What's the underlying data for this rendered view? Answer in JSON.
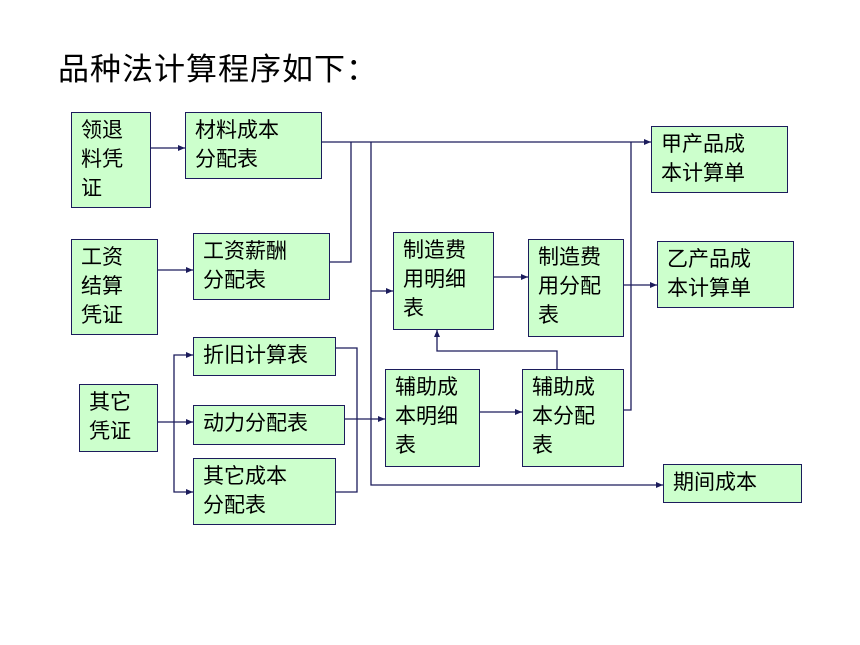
{
  "title": "品种法计算程序如下：",
  "boxes": {
    "lingtui": "领退\n料凭\n证",
    "cailiao": "材料成本\n分配表",
    "gongzi_pz": "工资\n结算\n凭证",
    "gongzi_fp": "工资薪酬\n分配表",
    "qita_pz": "其它\n凭证",
    "zhejiu": "折旧计算表",
    "dongli": "动力分配表",
    "qita_cb": "其它成本\n分配表",
    "zhizao_mx": "制造费\n用明细\n表",
    "zhizao_fp": "制造费\n用分配\n表",
    "fuzhu_mx": "辅助成\n本明细\n表",
    "fuzhu_fp": "辅助成\n本分配\n表",
    "jia": "甲产品成\n本计算单",
    "yi": "乙产品成\n本计算单",
    "qijian": "期间成本"
  },
  "colors": {
    "box_fill": "#ccffcc",
    "box_border": "#1c1c5c",
    "line": "#1c1c5c"
  }
}
